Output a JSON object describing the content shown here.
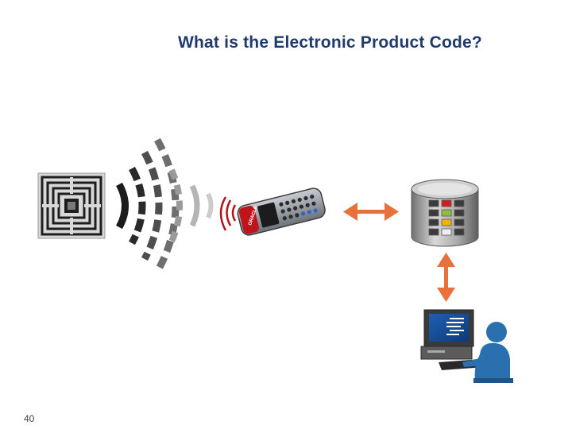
{
  "slide": {
    "title": "What is the Electronic Product Code?",
    "page_number": "40"
  },
  "reader": {
    "brand": "ORACLE"
  },
  "icons": {
    "tag": "rfid-tag-icon",
    "waves": "radio-waves-icon",
    "reader": "handheld-reader-icon",
    "database": "database-icon",
    "user": "computer-user-icon",
    "arrow_h": "double-arrow-horizontal-icon",
    "arrow_v": "double-arrow-vertical-icon"
  },
  "colors": {
    "title": "#1f3a6b",
    "arrow": "#e8703a",
    "reader_red": "#c0141c",
    "person_blue": "#2a6fae",
    "db_gray": "#9a9a9a"
  }
}
